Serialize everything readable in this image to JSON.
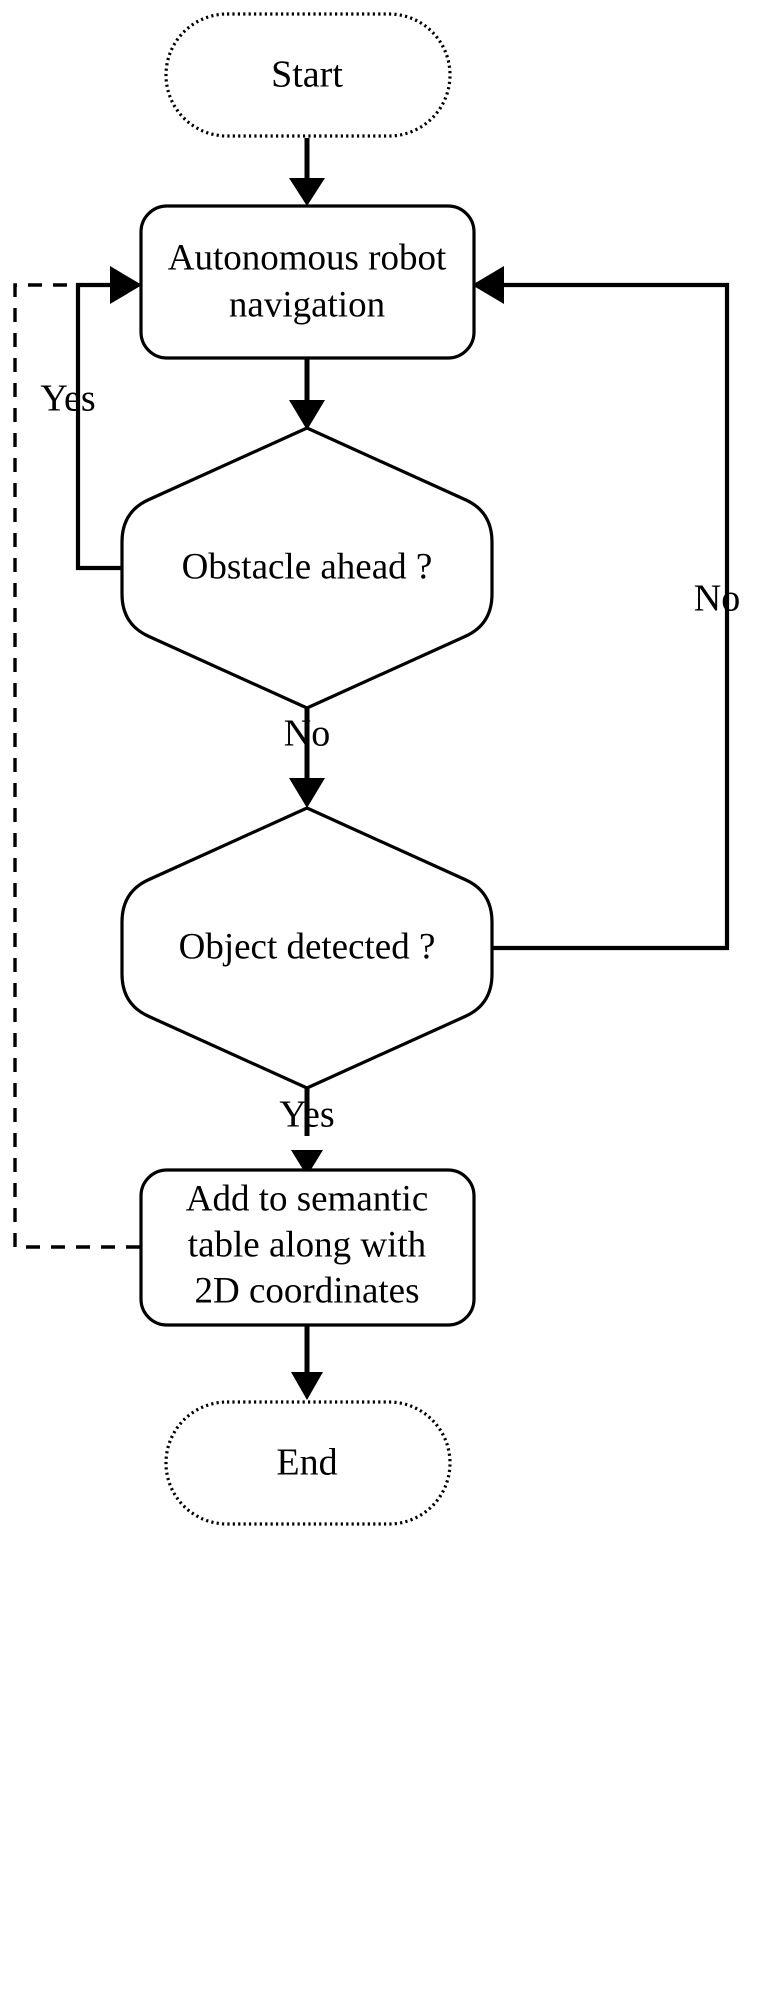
{
  "diagram": {
    "type": "flowchart",
    "title": "Autonomous robot semantic mapping flowchart",
    "background_color": "#ffffff",
    "line_color": "#000000",
    "nodes": [
      {
        "id": "start",
        "label": "Start",
        "shape": "stadium",
        "border_style": "dotted"
      },
      {
        "id": "navigation",
        "label_line1": "Autonomous robot",
        "label_line2": "navigation",
        "shape": "rounded-rectangle",
        "border_style": "solid"
      },
      {
        "id": "obstacle",
        "label": "Obstacle ahead ?",
        "shape": "diamond",
        "border_style": "solid"
      },
      {
        "id": "object",
        "label": "Object detected ?",
        "shape": "diamond",
        "border_style": "solid"
      },
      {
        "id": "semantic_table",
        "label_line1": "Add to semantic",
        "label_line2": "table along with",
        "label_line3": "2D coordinates",
        "shape": "rounded-rectangle",
        "border_style": "solid"
      },
      {
        "id": "end",
        "label": "End",
        "shape": "stadium",
        "border_style": "dotted"
      }
    ],
    "edges": [
      {
        "id": "e_start_nav",
        "from": "start",
        "to": "navigation",
        "label": "",
        "style": "solid"
      },
      {
        "id": "e_nav_obstacle",
        "from": "navigation",
        "to": "obstacle",
        "label": "",
        "style": "solid"
      },
      {
        "id": "e_obstacle_yes",
        "from": "obstacle",
        "to": "navigation",
        "label": "Yes",
        "style": "solid"
      },
      {
        "id": "e_obstacle_no",
        "from": "obstacle",
        "to": "object",
        "label": "No",
        "style": "solid"
      },
      {
        "id": "e_object_no",
        "from": "object",
        "to": "navigation",
        "label": "No",
        "style": "solid"
      },
      {
        "id": "e_object_yes",
        "from": "object",
        "to": "semantic_table",
        "label": "Yes",
        "style": "solid"
      },
      {
        "id": "e_table_nav",
        "from": "semantic_table",
        "to": "navigation",
        "label": "",
        "style": "dashed"
      },
      {
        "id": "e_table_end",
        "from": "semantic_table",
        "to": "end",
        "label": "",
        "style": "solid"
      }
    ],
    "edge_labels": {
      "obstacle_yes": "Yes",
      "obstacle_no": "No",
      "object_no": "No",
      "object_yes": "Yes"
    }
  }
}
